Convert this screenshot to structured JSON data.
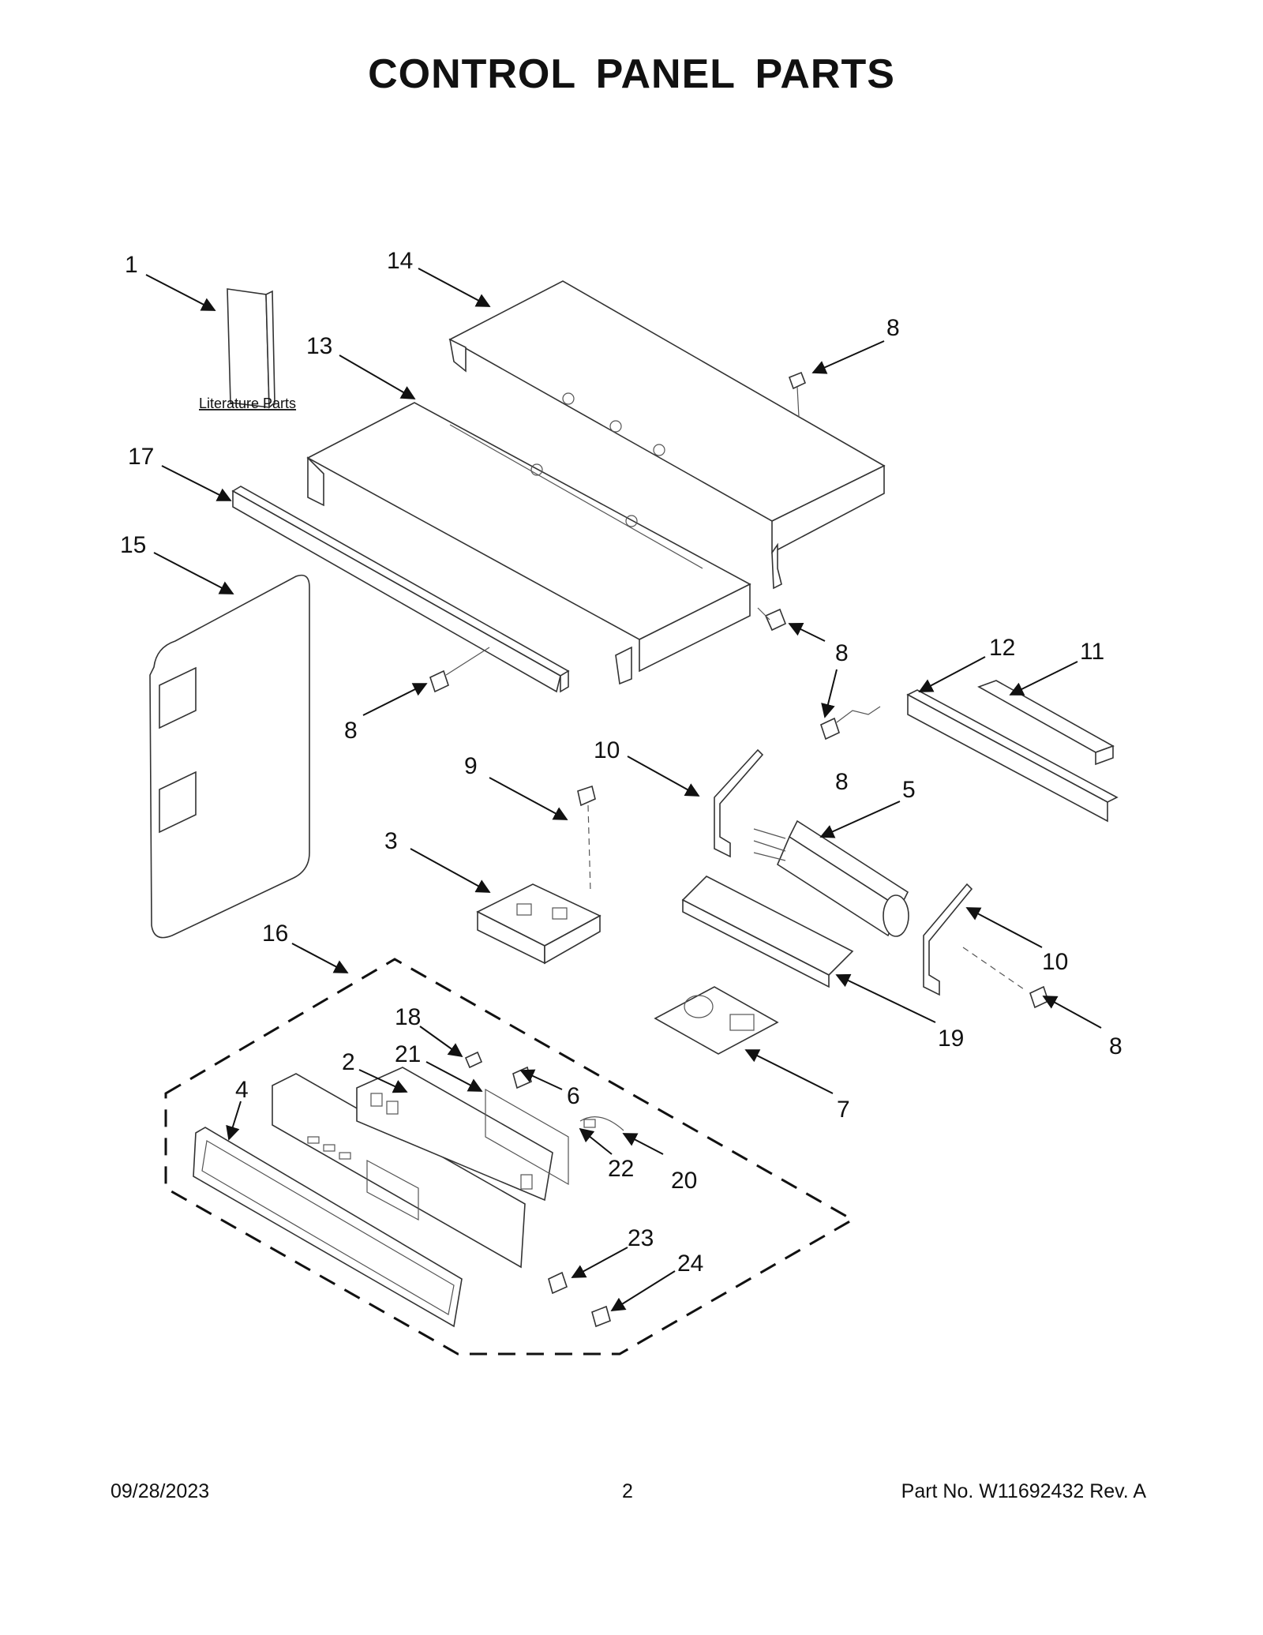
{
  "page": {
    "title": "CONTROL PANEL PARTS",
    "date": "09/28/2023",
    "page_number": "2",
    "part_info": "Part No.  W11692432  Rev.  A"
  },
  "diagram": {
    "literature_label": "Literature Parts",
    "callouts": [
      "1",
      "14",
      "8",
      "13",
      "17",
      "15",
      "8",
      "12",
      "11",
      "8",
      "8",
      "10",
      "9",
      "5",
      "3",
      "10",
      "8",
      "16",
      "19",
      "18",
      "7",
      "2",
      "21",
      "6",
      "4",
      "22",
      "20",
      "23",
      "24"
    ]
  }
}
